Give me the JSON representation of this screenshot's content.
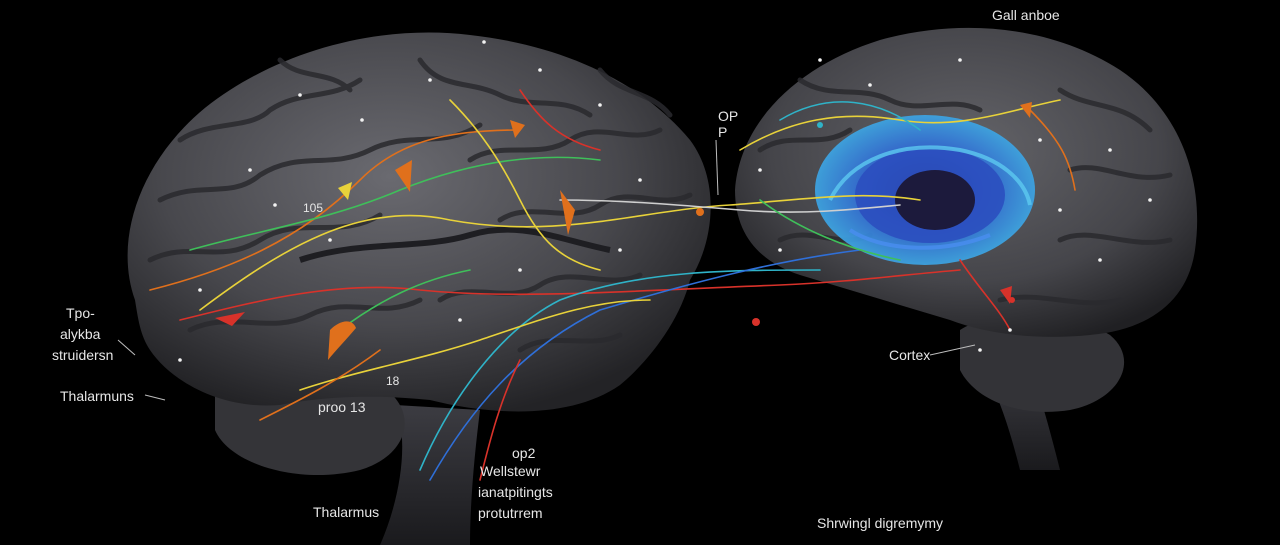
{
  "labels": {
    "top_right": "Gall anboe",
    "op": "OP",
    "p": "P",
    "left_1": "Tpo-",
    "left_2": "alykba",
    "left_3": "struidersn",
    "left_thalamus": "Thalarmuns",
    "prop": "proo 13",
    "op2": "op2",
    "wellstewr": "Wellstewr",
    "ianatpitingts": "ianatpitingts",
    "protutrrem": "protutrrem",
    "bottom_thalamus": "Thalarmus",
    "cortex": "Cortex",
    "caption": "Shrwingl digremymy",
    "small_105": "105",
    "small_18": "18"
  },
  "colors": {
    "background": "#000000",
    "brain_gray": "#4a4a4e",
    "core_blue": "#2e6fd8",
    "pathway_red": "#d8322a",
    "pathway_orange": "#e0701c",
    "pathway_yellow": "#e8d23a",
    "pathway_green": "#3fbf5a",
    "pathway_teal": "#2fb3c8"
  }
}
